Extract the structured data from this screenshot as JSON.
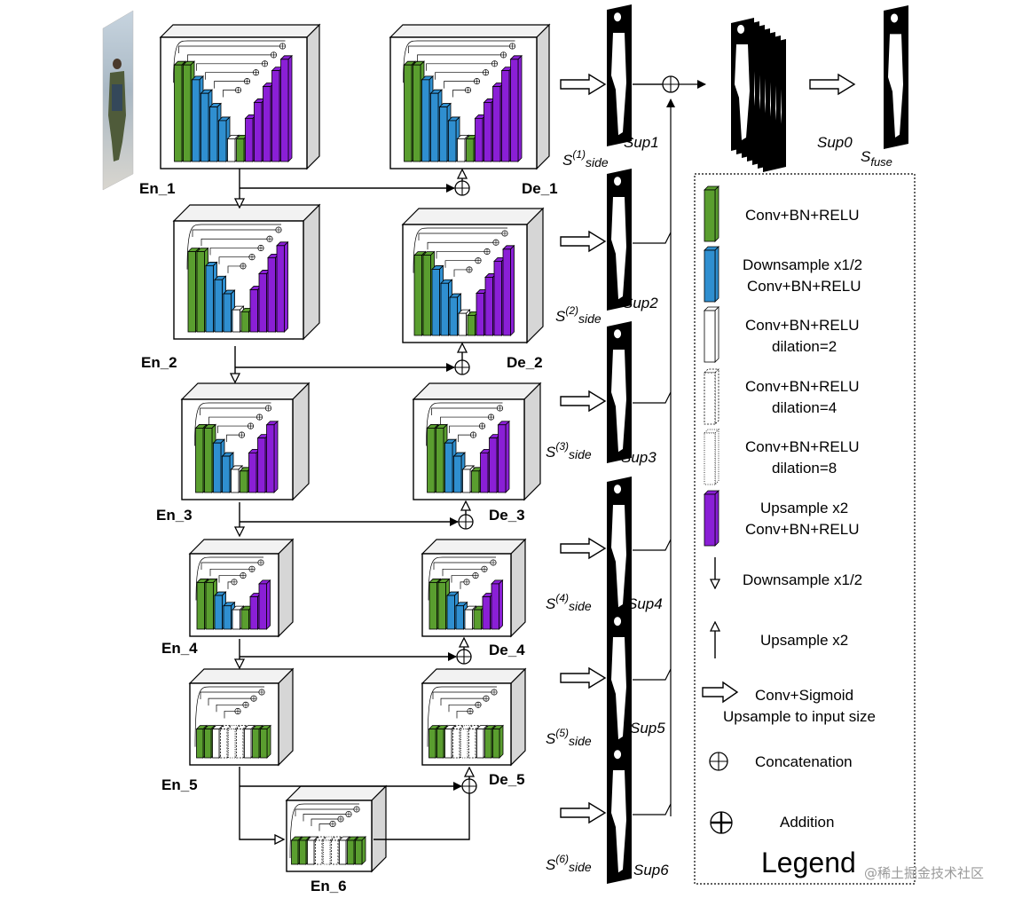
{
  "encoders": [
    {
      "label": "En_1"
    },
    {
      "label": "En_2"
    },
    {
      "label": "En_3"
    },
    {
      "label": "En_4"
    },
    {
      "label": "En_5"
    },
    {
      "label": "En_6"
    }
  ],
  "decoders": [
    {
      "label": "De_1"
    },
    {
      "label": "De_2"
    },
    {
      "label": "De_3"
    },
    {
      "label": "De_4"
    },
    {
      "label": "De_5"
    }
  ],
  "side_outputs": [
    {
      "s_label": "S",
      "s_sup": "(1)",
      "s_sub": "side",
      "sup_label": "Sup1"
    },
    {
      "s_label": "S",
      "s_sup": "(2)",
      "s_sub": "side",
      "sup_label": "Sup2"
    },
    {
      "s_label": "S",
      "s_sup": "(3)",
      "s_sub": "side",
      "sup_label": "Sup3"
    },
    {
      "s_label": "S",
      "s_sup": "(4)",
      "s_sub": "side",
      "sup_label": "Sup4"
    },
    {
      "s_label": "S",
      "s_sup": "(5)",
      "s_sub": "side",
      "sup_label": "Sup5"
    },
    {
      "s_label": "S",
      "s_sup": "(6)",
      "s_sub": "side",
      "sup_label": "Sup6"
    }
  ],
  "fuse": {
    "sup0_label": "Sup0",
    "s_label": "S",
    "s_sub": "fuse"
  },
  "legend": {
    "title": "Legend",
    "items": [
      {
        "line1": "Conv+BN+RELU",
        "line2": ""
      },
      {
        "line1": "Downsample x1/2",
        "line2": "Conv+BN+RELU"
      },
      {
        "line1": "Conv+BN+RELU",
        "line2": "dilation=2"
      },
      {
        "line1": "Conv+BN+RELU",
        "line2": "dilation=4"
      },
      {
        "line1": "Conv+BN+RELU",
        "line2": "dilation=8"
      },
      {
        "line1": "Upsample x2",
        "line2": "Conv+BN+RELU"
      },
      {
        "line1": "Downsample x1/2",
        "line2": ""
      },
      {
        "line1": "Upsample x2",
        "line2": ""
      },
      {
        "line1": "Conv+Sigmoid",
        "line2": "Upsample to input size"
      },
      {
        "line1": "Concatenation",
        "line2": ""
      },
      {
        "line1": "Addition",
        "line2": ""
      }
    ]
  },
  "colors": {
    "green": "#5a9e2f",
    "blue": "#2f8fd0",
    "purple": "#8a1fd6",
    "white": "#ffffff",
    "outline": "#000000"
  },
  "watermark": "@稀土掘金技术社区"
}
